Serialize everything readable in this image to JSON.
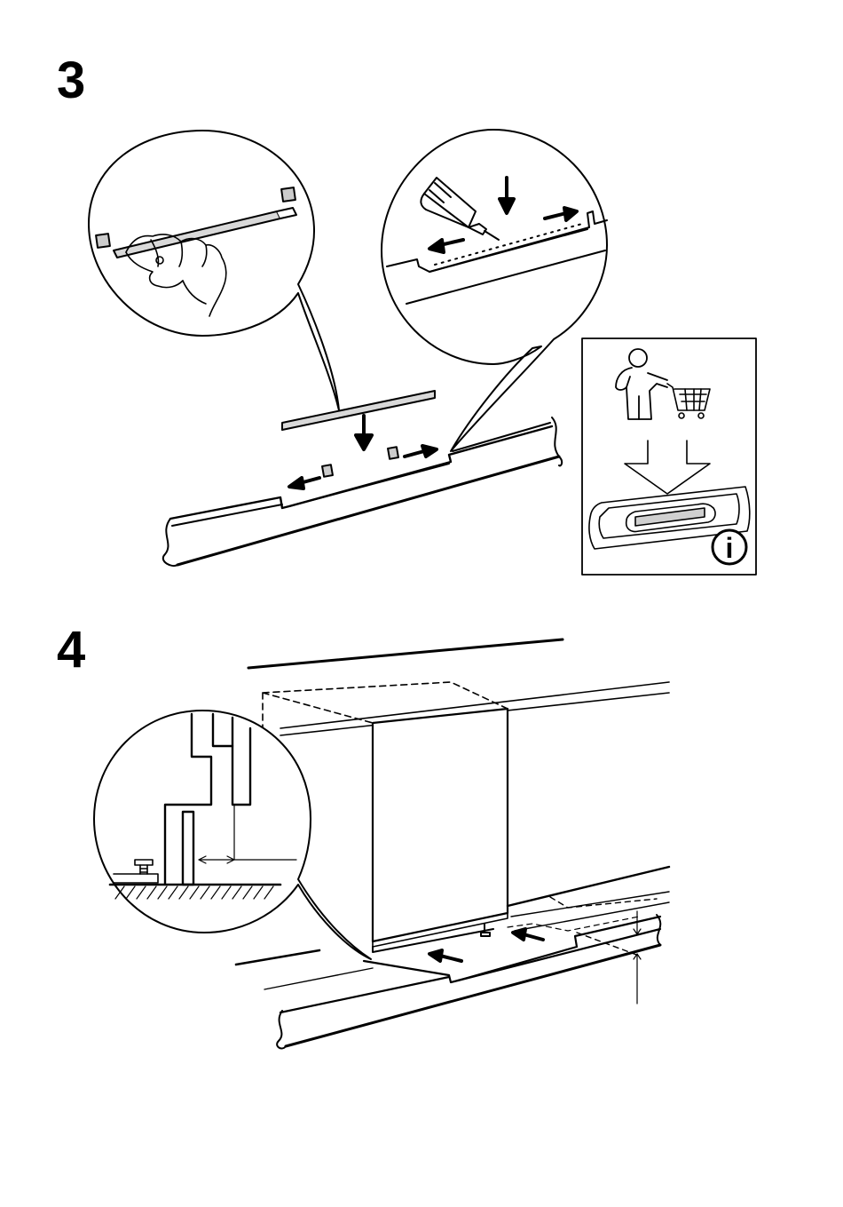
{
  "steps": [
    {
      "number": "3"
    },
    {
      "number": "4"
    }
  ],
  "info_panel": {
    "info_icon_glyph": "i",
    "icons": [
      "shopping-person-icon",
      "shopping-cart-icon",
      "hollow-down-arrow-icon",
      "handle-profile-icon",
      "info-icon"
    ]
  },
  "icons": {
    "step3": [
      "detail-circle-peel-strip",
      "detail-circle-glue",
      "glue-tube-icon",
      "hand-icon",
      "arrow-down-icon",
      "arrow-left-icon",
      "arrow-right-icon"
    ],
    "step4": [
      "detail-circle-plinth",
      "adjustable-foot-icon",
      "arrow-left-icon",
      "dimension-marker"
    ]
  },
  "colors": {
    "ink": "#000000",
    "paper": "#ffffff",
    "strip_fill": "#d9d9d9"
  }
}
